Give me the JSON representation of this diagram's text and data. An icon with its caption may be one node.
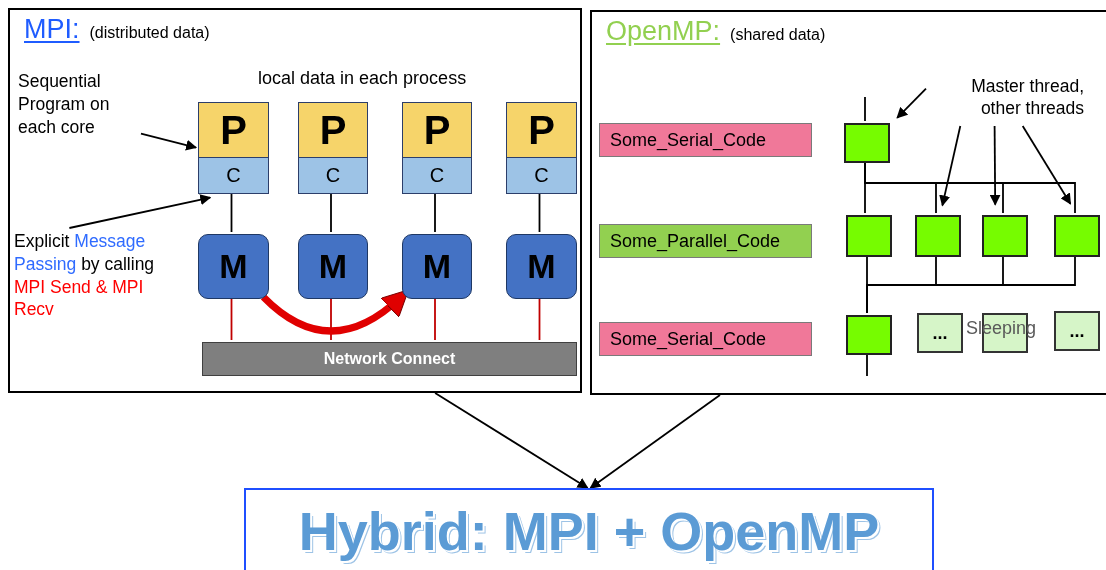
{
  "diagram": {
    "nodes": [
      {
        "text": [
          "MPI:",
          "(distributed data)"
        ]
      },
      {
        "text": [
          "OpenMP:",
          "(shared data)"
        ]
      },
      {
        "text": [
          "Hybrid: MPI + OpenMP"
        ]
      },
      {
        "text": [
          "Sequential Program on each core"
        ],
        "in": 0
      },
      {
        "text": [
          "Explicit",
          "Message Passing",
          "by calling",
          "MPI Send & MPI Recv"
        ],
        "in": 0
      },
      {
        "text": [
          "P"
        ],
        "in": 0
      },
      {
        "text": [
          "P"
        ],
        "in": 0
      },
      {
        "text": [
          "P"
        ],
        "in": 0
      },
      {
        "text": [
          "P"
        ],
        "in": 0
      },
      {
        "text": [
          "C"
        ],
        "in": 0
      },
      {
        "text": [
          "C"
        ],
        "in": 0
      },
      {
        "text": [
          "C"
        ],
        "in": 0
      },
      {
        "text": [
          "C"
        ],
        "in": 0
      },
      {
        "text": [
          "M"
        ],
        "in": 0
      },
      {
        "text": [
          "M"
        ],
        "in": 0
      },
      {
        "text": [
          "M"
        ],
        "in": 0
      },
      {
        "text": [
          "M"
        ],
        "in": 0
      },
      {
        "text": [
          "Network Connect"
        ],
        "in": 0
      },
      {
        "text": [
          "Some_Serial_Code"
        ],
        "in": 1
      },
      {
        "text": [
          "Some_Parallel_Code"
        ],
        "in": 1
      },
      {
        "text": [
          "Some_Serial_Code"
        ],
        "in": 1
      },
      {
        "text": [
          "Master thread, other threads"
        ],
        "in": 1
      },
      {
        "text": [],
        "shape": "box",
        "in": 1
      },
      {
        "text": [],
        "shape": "box",
        "in": 1
      },
      {
        "text": [],
        "shape": "box",
        "in": 1
      },
      {
        "text": [],
        "shape": "box",
        "in": 1
      },
      {
        "text": [],
        "shape": "box",
        "in": 1
      },
      {
        "text": [],
        "shape": "box",
        "in": 1
      },
      {
        "text": [
          "..."
        ],
        "in": 1
      },
      {
        "text": [],
        "shape": "box",
        "in": 1
      },
      {
        "text": [
          "..."
        ],
        "in": 1
      }
    ],
    "edges": [
      {
        "from": 3,
        "to": 5,
        "arrow": "to"
      },
      {
        "from": 4,
        "to": 9,
        "arrow": "to"
      },
      {
        "from": 9,
        "to": 13,
        "arrow": "none"
      },
      {
        "from": 10,
        "to": 14,
        "arrow": "none"
      },
      {
        "from": 11,
        "to": 15,
        "arrow": "none"
      },
      {
        "from": 12,
        "to": 16,
        "arrow": "none"
      },
      {
        "from": 13,
        "to": 17,
        "arrow": "none",
        "color": "#c00000"
      },
      {
        "from": 14,
        "to": 17,
        "arrow": "none",
        "color": "#c00000"
      },
      {
        "from": 15,
        "to": 17,
        "arrow": "none",
        "color": "#c00000"
      },
      {
        "from": 16,
        "to": 17,
        "arrow": "none",
        "color": "#c00000"
      },
      {
        "from": 13,
        "to": 15,
        "arrow": "to",
        "style": "thick",
        "color": "#e00000"
      },
      {
        "from": 21,
        "to": 22,
        "arrow": "to"
      },
      {
        "from": 21,
        "to": 24,
        "arrow": "to"
      },
      {
        "from": 21,
        "to": 25,
        "arrow": "to"
      },
      {
        "from": 21,
        "to": 26,
        "arrow": "to"
      },
      {
        "from": null,
        "to": 22,
        "arrow": "none"
      },
      {
        "from": 22,
        "to": 23,
        "arrow": "none"
      },
      {
        "from": 22,
        "to": 24,
        "arrow": "none"
      },
      {
        "from": 22,
        "to": 25,
        "arrow": "none"
      },
      {
        "from": 22,
        "to": 26,
        "arrow": "none"
      },
      {
        "from": 23,
        "to": 27,
        "arrow": "none"
      },
      {
        "from": 24,
        "to": 27,
        "arrow": "none"
      },
      {
        "from": 25,
        "to": 27,
        "arrow": "none"
      },
      {
        "from": 26,
        "to": 27,
        "arrow": "none"
      },
      {
        "from": 27,
        "to": null,
        "arrow": "none"
      },
      {
        "from": 0,
        "to": 2,
        "arrow": "to"
      },
      {
        "from": 1,
        "to": 2,
        "arrow": "to"
      }
    ],
    "labels": [
      "local data in each process",
      "Sleeping"
    ]
  }
}
